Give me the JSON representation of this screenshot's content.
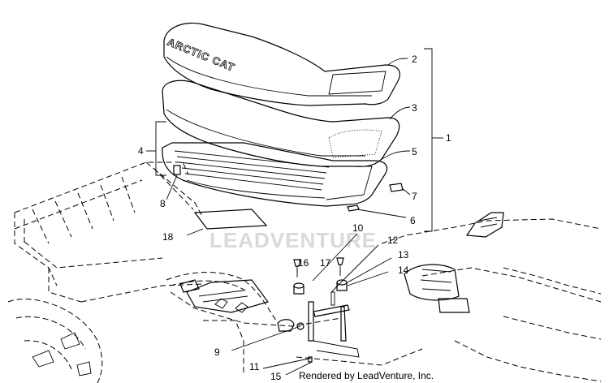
{
  "diagram": {
    "seat_brand_text": "ARCTIC CAT",
    "watermark": "LEADVENTURE",
    "credit": "Rendered by LeadVenture, Inc.",
    "callouts": [
      "1",
      "2",
      "3",
      "4",
      "5",
      "6",
      "7",
      "8",
      "9",
      "10",
      "11",
      "12",
      "13",
      "14",
      "15",
      "16",
      "17",
      "18"
    ]
  }
}
